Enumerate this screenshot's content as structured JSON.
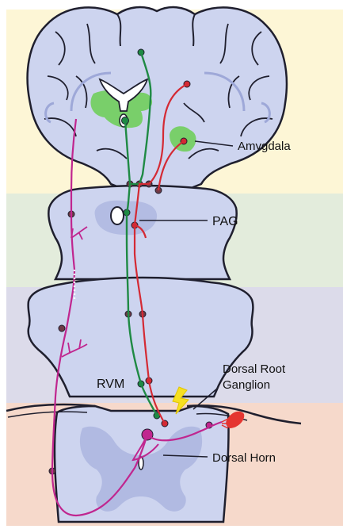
{
  "labels": {
    "amygdala": "Amygdala",
    "pag": "PAG",
    "rvm": "RVM",
    "drg_line1": "Dorsal Root",
    "drg_line2": "Ganglion",
    "dorsal_horn": "Dorsal Horn"
  },
  "colors": {
    "band_cortex": "#fdf6d6",
    "band_midbrain": "#e3ecdc",
    "band_medulla": "#dcdbea",
    "band_spinal": "#f6d9cb",
    "tissue": "#cdd4ef",
    "tissue_dark": "#9ea8d8",
    "outline": "#1f1f2e",
    "green_region": "#79cf6a",
    "descending_green": "#1f8a44",
    "ascending_red": "#d42a34",
    "spinothalamic_magenta": "#c0268f",
    "lightning": "#f6e020",
    "nociceptor_red": "#e53530"
  },
  "icons": {
    "lightning": "lightning-bolt-icon",
    "nociceptor": "nociceptor-ending-icon"
  }
}
